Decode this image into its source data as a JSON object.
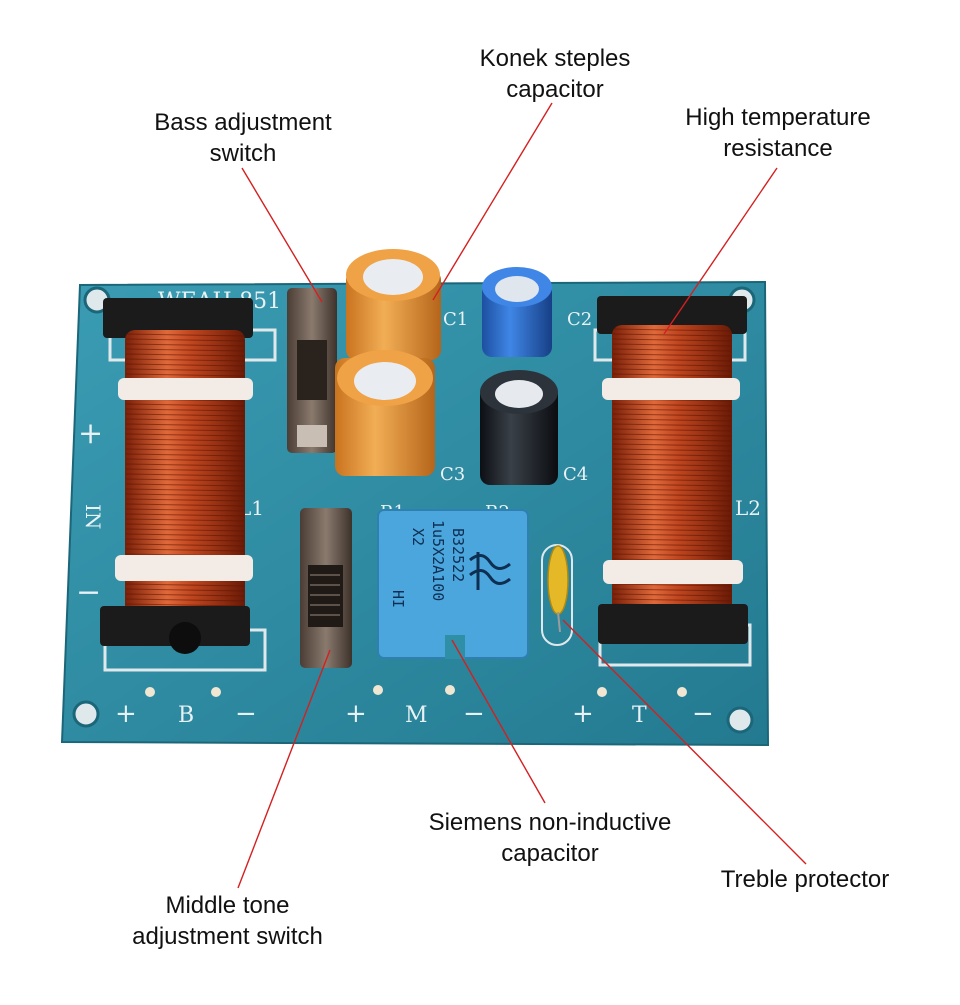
{
  "callouts": {
    "konek": {
      "line1": "Konek steples",
      "line2": "capacitor"
    },
    "bass": {
      "line1": "Bass adjustment",
      "line2": "switch"
    },
    "high_temp": {
      "line1": "High temperature",
      "line2": "resistance"
    },
    "siemens": {
      "line1": "Siemens non-inductive",
      "line2": "capacitor"
    },
    "treble": {
      "line1": "Treble protector"
    },
    "middle": {
      "line1": "Middle tone",
      "line2": "adjustment switch"
    }
  },
  "board": {
    "model_text": "WEAH-851",
    "component_labels": {
      "c1": "C1",
      "c2": "C2",
      "c3": "C3",
      "c4": "C4",
      "r1": "R1",
      "r2": "R2",
      "l1": "L1",
      "l2": "L2",
      "in": "IN"
    },
    "terminals": {
      "bass": {
        "plus": "+",
        "letter": "B",
        "minus": "−"
      },
      "mid": {
        "plus": "+",
        "letter": "M",
        "minus": "−"
      },
      "treble": {
        "plus": "+",
        "letter": "T",
        "minus": "−"
      },
      "input": {
        "plus": "+",
        "minus": "−"
      }
    },
    "siemens_marking": {
      "line1": "B32522",
      "line2": "1u5X2A100",
      "line3": "X2",
      "line4": "HI"
    }
  },
  "colors": {
    "pcb": "#2f8fa6",
    "coil": "#c0461f",
    "leader_line": "#d42020",
    "capacitor_orange": "#e89a3c",
    "capacitor_blue": "#2f6fcf",
    "film_capacitor": "#4aa6dd"
  }
}
